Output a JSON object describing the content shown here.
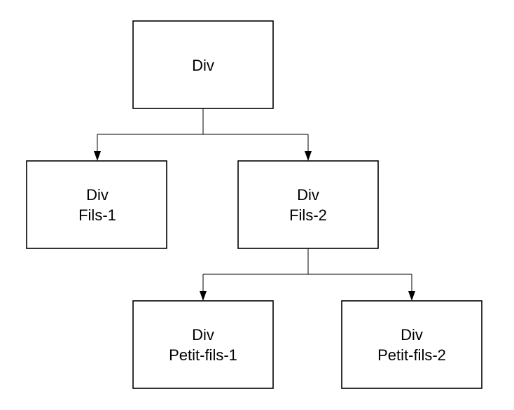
{
  "diagram": {
    "nodes": {
      "root": {
        "line1": "Div",
        "line2": ""
      },
      "child1": {
        "line1": "Div",
        "line2": "Fils-1"
      },
      "child2": {
        "line1": "Div",
        "line2": "Fils-2"
      },
      "grandchild1": {
        "line1": "Div",
        "line2": "Petit-fils-1"
      },
      "grandchild2": {
        "line1": "Div",
        "line2": "Petit-fils-2"
      }
    },
    "colors": {
      "stroke": "#000000",
      "fill": "#ffffff"
    }
  }
}
